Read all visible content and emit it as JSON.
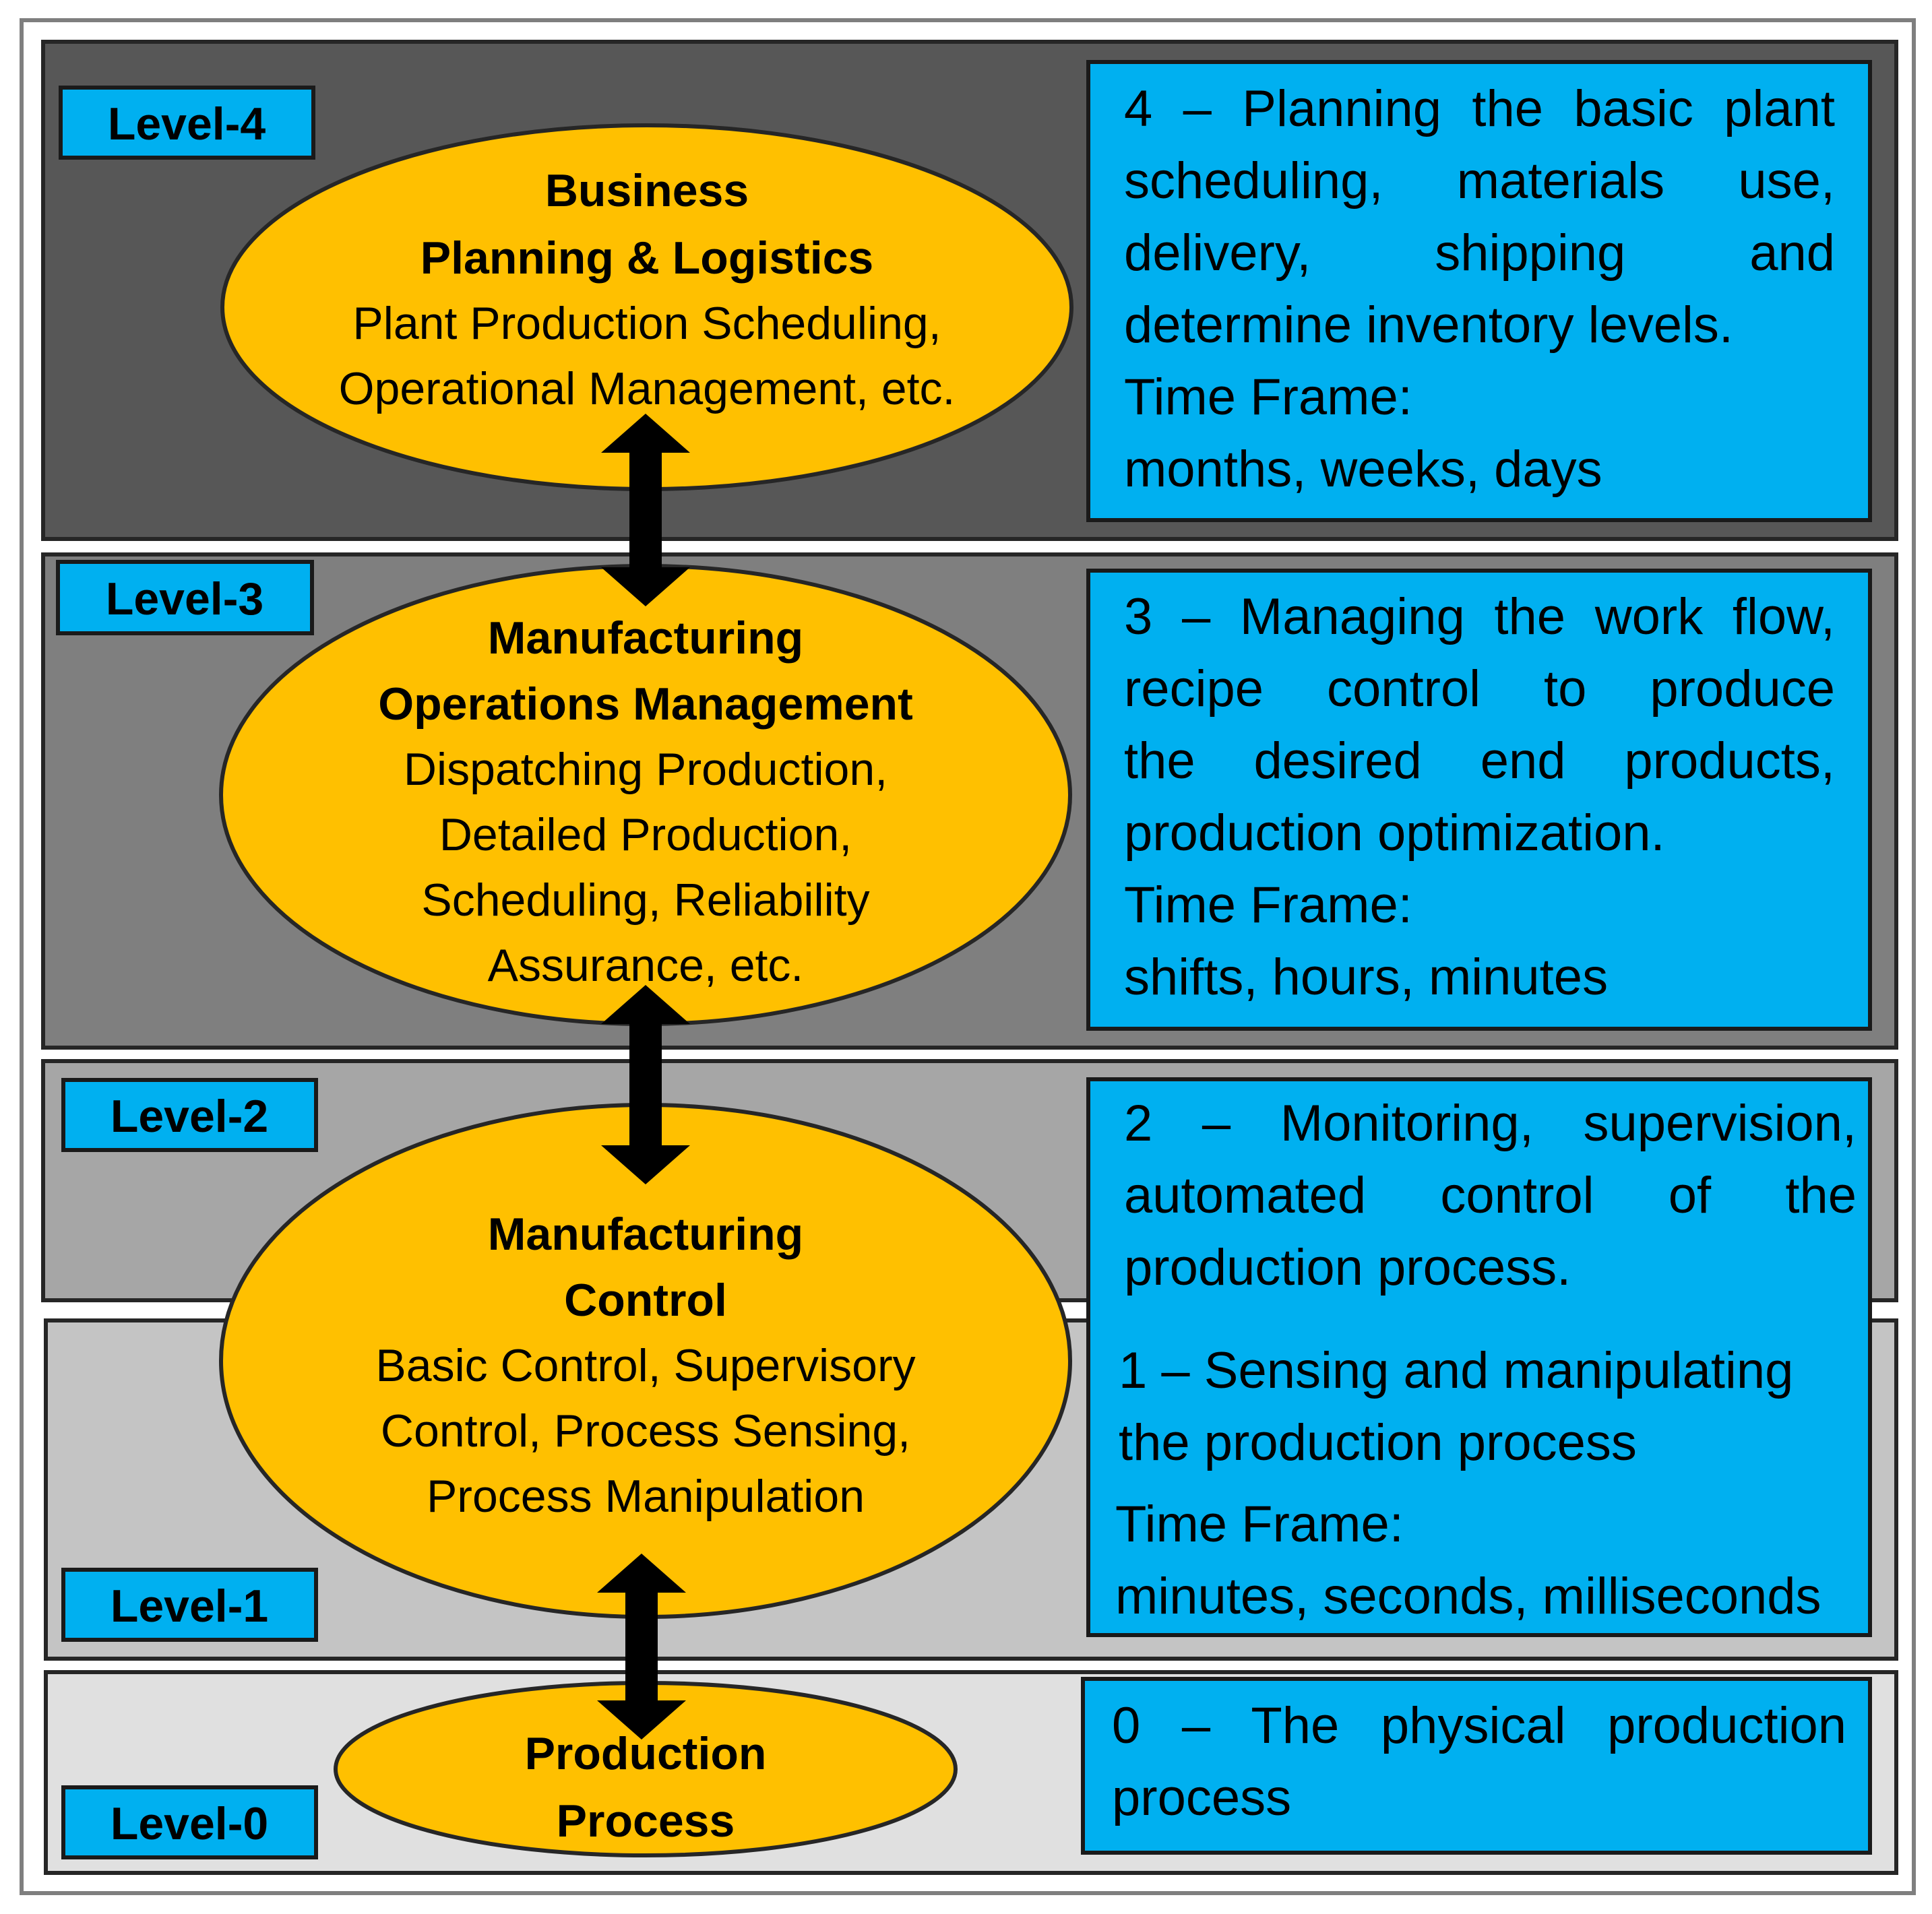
{
  "colors": {
    "level4_band": "#575757",
    "level3_band": "#7f7f7f",
    "level2_band": "#a6a6a6",
    "level1_band": "#c4c4c4",
    "level0_band": "#e0e0e0",
    "label_fill": "#00b0f0",
    "ellipse_fill": "#ffc000"
  },
  "levels": [
    {
      "label": "Level-4"
    },
    {
      "label": "Level-3"
    },
    {
      "label": "Level-2"
    },
    {
      "label": "Level-1"
    },
    {
      "label": "Level-0"
    }
  ],
  "ellipses": [
    {
      "title": [
        "Business",
        "Planning & Logistics"
      ],
      "lines": [
        "Plant Production Scheduling,",
        "Operational Management, etc."
      ]
    },
    {
      "title": [
        "Manufacturing",
        "Operations Management"
      ],
      "lines": [
        "Dispatching Production,",
        "Detailed Production,",
        "Scheduling, Reliability",
        "Assurance, etc."
      ]
    },
    {
      "title": [
        "Manufacturing",
        "Control"
      ],
      "lines": [
        "Basic Control, Supervisory",
        "Control, Process Sensing,",
        "Process Manipulation"
      ]
    },
    {
      "title": [
        "Production",
        "Process"
      ],
      "lines": []
    }
  ],
  "descriptions": {
    "level4": {
      "lines": [
        "4 – Planning the basic plant",
        "scheduling, materials use,",
        "delivery, shipping and",
        "determine inventory levels."
      ],
      "time_label": "Time Frame:",
      "time_value": "months, weeks, days"
    },
    "level3": {
      "lines": [
        "3 – Managing the work flow,",
        "recipe control to produce",
        "the desired end products,",
        "production optimization."
      ],
      "time_label": "Time Frame:",
      "time_value": "shifts, hours, minutes"
    },
    "level2_1": {
      "level2_lines": [
        "2 – Monitoring, supervision,",
        "automated control of the",
        "production process."
      ],
      "level1_lines": [
        "1 – Sensing and manipulating",
        "the production process"
      ],
      "time_label": "Time Frame:",
      "time_value": "minutes, seconds, milliseconds"
    },
    "level0": {
      "lines": [
        "0 – The physical production",
        "process"
      ]
    }
  }
}
